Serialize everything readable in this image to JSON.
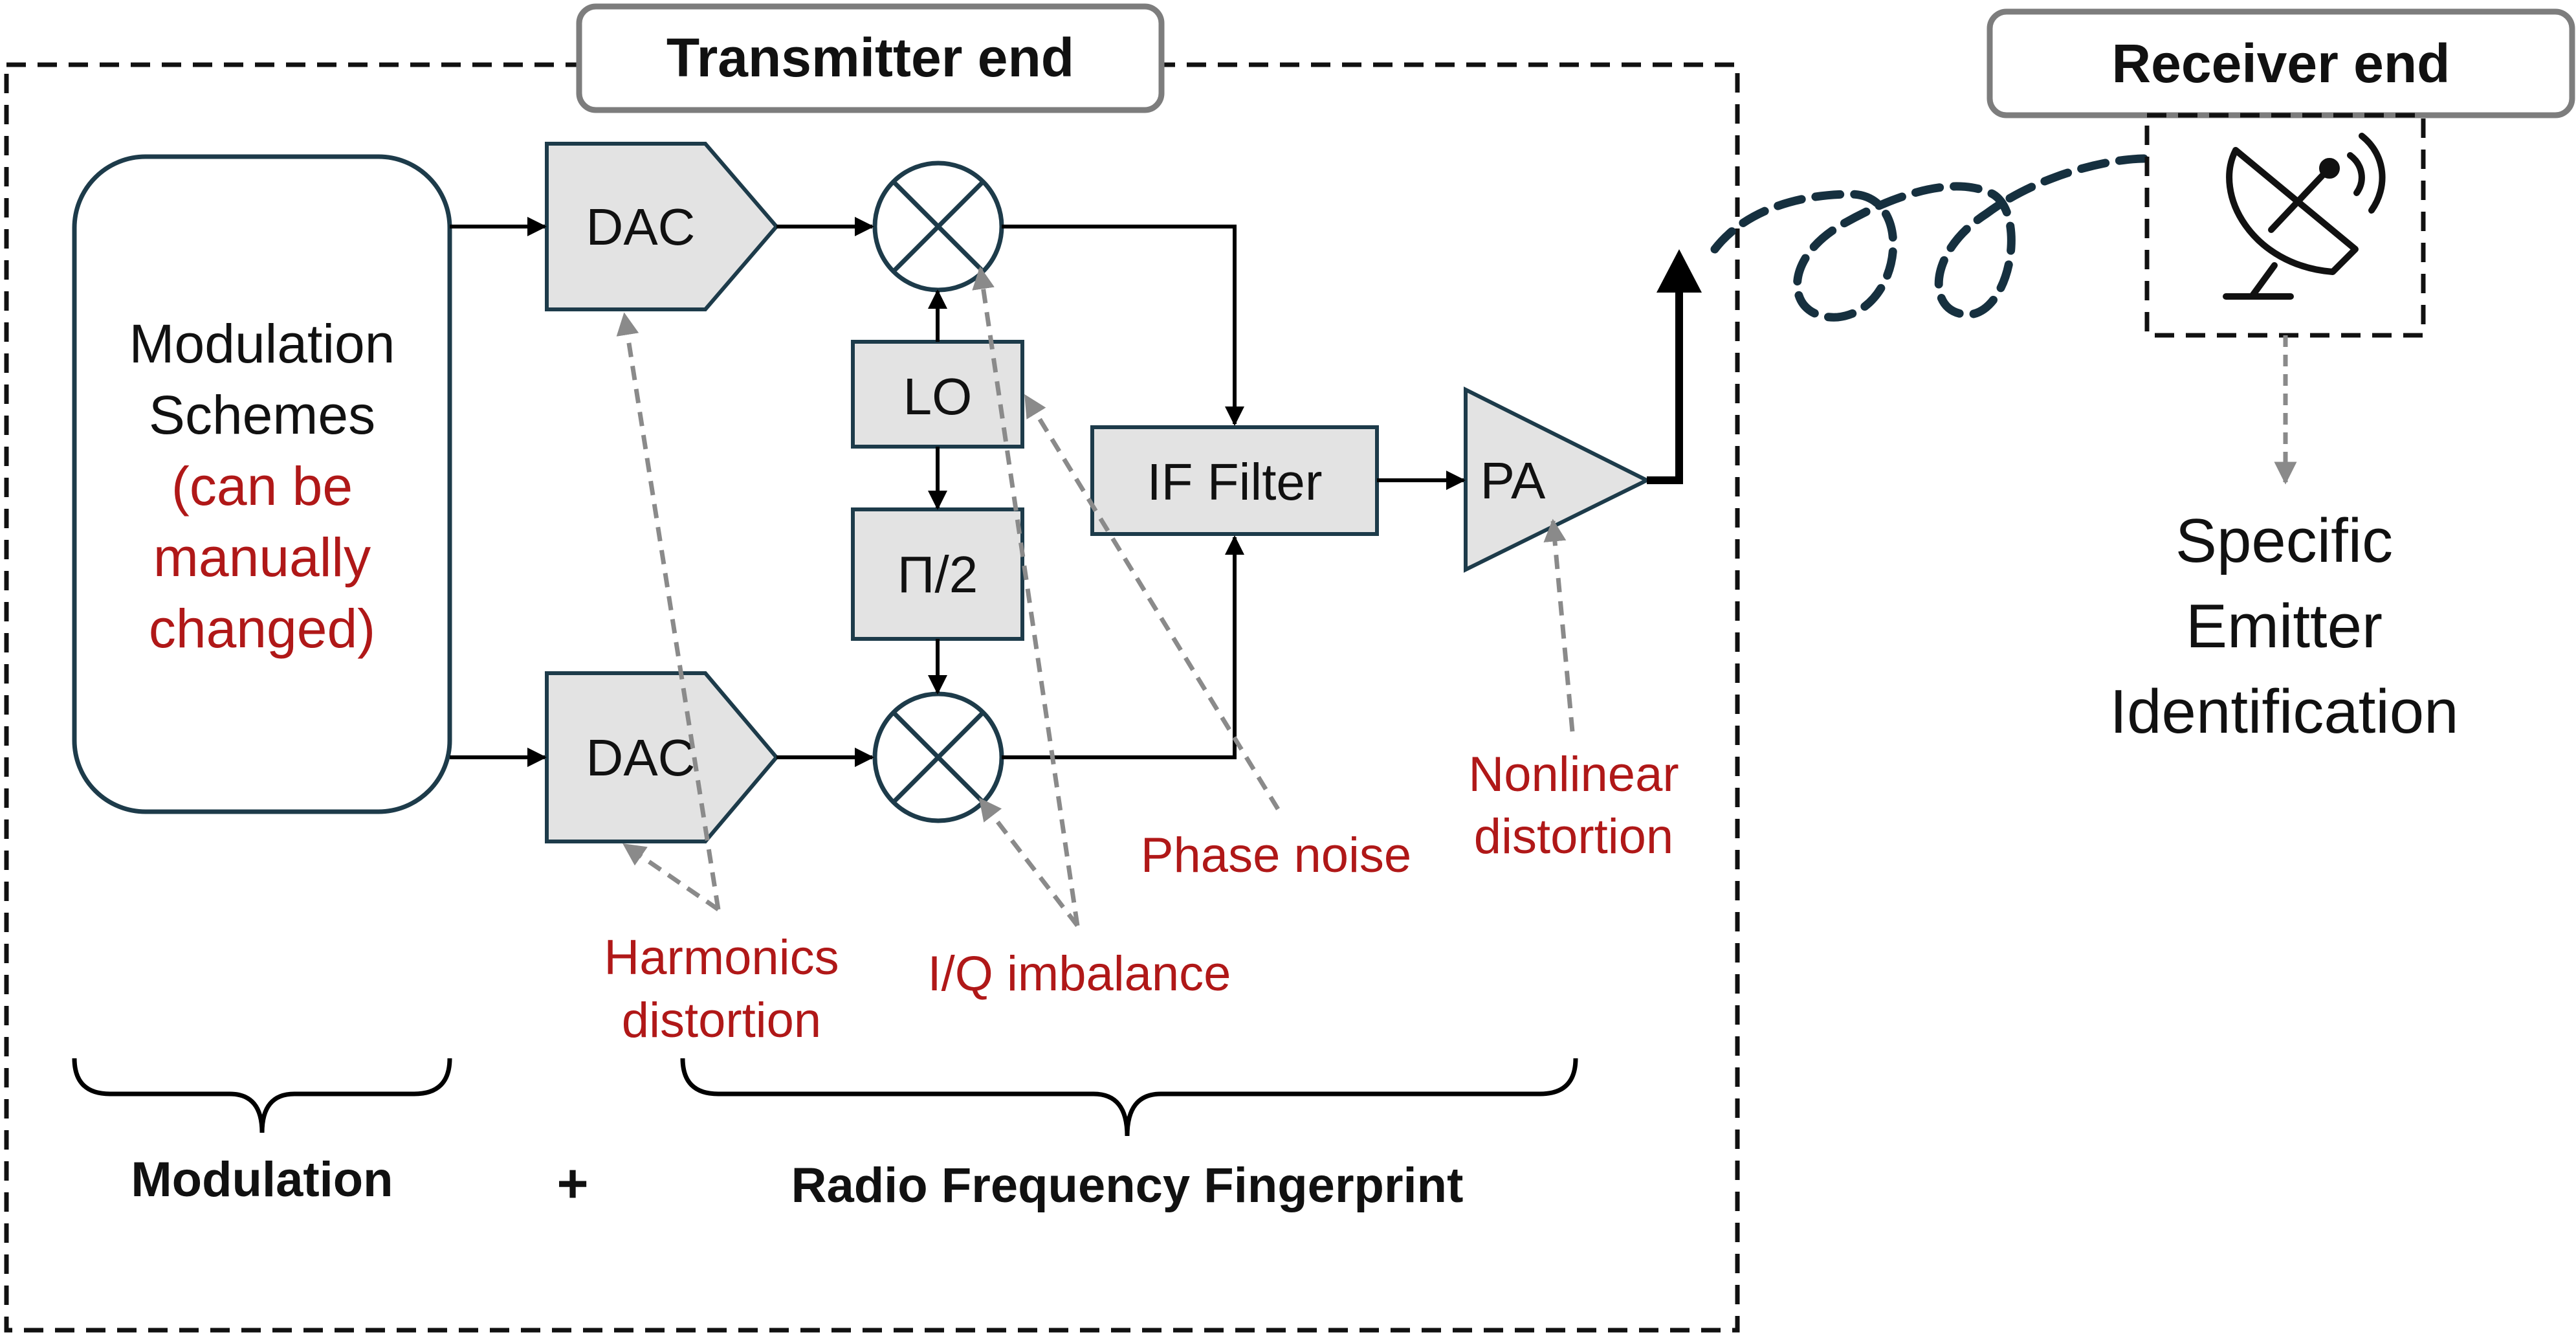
{
  "transmitter": {
    "title": "Transmitter end",
    "modulation_box": {
      "line1": "Modulation",
      "line2": "Schemes",
      "note_line1": "(can be",
      "note_line2": "manually",
      "note_line3": "changed)"
    },
    "dac_top": "DAC",
    "dac_bottom": "DAC",
    "lo": "LO",
    "phase_shift": "Π/2",
    "if_filter": "IF Filter",
    "pa": "PA"
  },
  "impairments": {
    "harmonics_line1": "Harmonics",
    "harmonics_line2": "distortion",
    "iq_imbalance": "I/Q imbalance",
    "phase_noise": "Phase noise",
    "nonlinear_line1": "Nonlinear",
    "nonlinear_line2": "distortion"
  },
  "receiver": {
    "title": "Receiver end",
    "sei_line1": "Specific",
    "sei_line2": "Emitter",
    "sei_line3": "Identification"
  },
  "bottom": {
    "modulation": "Modulation",
    "plus": "+",
    "rff": "Radio Frequency Fingerprint"
  },
  "icons": [
    "satellite-dish-icon",
    "mixer-icon"
  ],
  "colors": {
    "block_fill": "#e3e3e3",
    "block_stroke": "#1d3b4a",
    "impairment_text": "#b01818",
    "dashed_arrow": "#8a8a8a",
    "signal_wave": "#16303f"
  }
}
